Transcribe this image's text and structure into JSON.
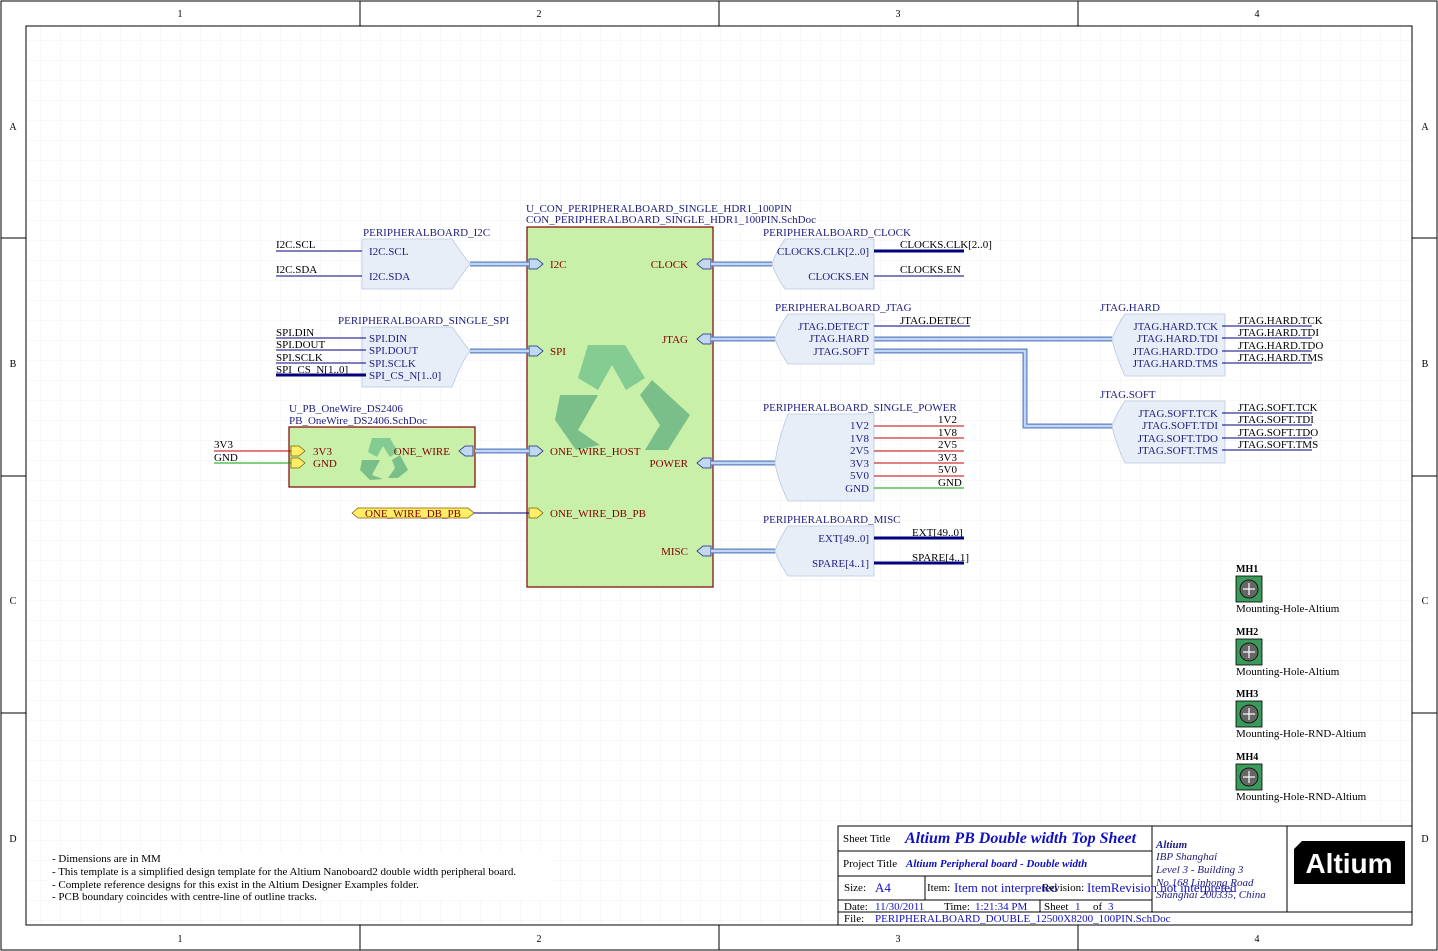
{
  "zones": {
    "columns": [
      "1",
      "2",
      "3",
      "4"
    ],
    "rows": [
      "A",
      "B",
      "C",
      "D"
    ]
  },
  "main_sheet": {
    "designator": "U_CON_PERIPHERALBOARD_SINGLE_HDR1_100PIN",
    "filename": "CON_PERIPHERALBOARD_SINGLE_HDR1_100PIN.SchDoc",
    "left_ports": [
      "I2C",
      "SPI",
      "ONE_WIRE_HOST",
      "ONE_WIRE_DB_PB"
    ],
    "right_ports": [
      "CLOCK",
      "JTAG",
      "POWER",
      "MISC"
    ]
  },
  "onewire_sheet": {
    "designator": "U_PB_OneWire_DS2406",
    "filename": "PB_OneWire_DS2406.SchDoc",
    "ports": [
      "3V3",
      "GND",
      "ONE_WIRE"
    ],
    "nets": [
      "3V3",
      "GND"
    ]
  },
  "offsheet_port": "ONE_WIRE_DB_PB",
  "harness_i2c": {
    "title": "PERIPHERALBOARD_I2C",
    "entries": [
      "I2C.SCL",
      "I2C.SDA"
    ],
    "nets": [
      "I2C.SCL",
      "I2C.SDA"
    ]
  },
  "harness_spi": {
    "title": "PERIPHERALBOARD_SINGLE_SPI",
    "entries": [
      "SPI.DIN",
      "SPI.DOUT",
      "SPI.SCLK",
      "SPI_CS_N[1..0]"
    ],
    "nets": [
      "SPI.DIN",
      "SPI.DOUT",
      "SPI.SCLK",
      "SPI_CS_N[1..0]"
    ]
  },
  "harness_clock": {
    "title": "PERIPHERALBOARD_CLOCK",
    "entries": [
      "CLOCKS.CLK[2..0]",
      "CLOCKS.EN"
    ],
    "nets": [
      "CLOCKS.CLK[2..0]",
      "CLOCKS.EN"
    ]
  },
  "harness_jtag": {
    "title": "PERIPHERALBOARD_JTAG",
    "entries": [
      "JTAG.DETECT",
      "JTAG.HARD",
      "JTAG.SOFT"
    ],
    "nets": [
      "JTAG.DETECT"
    ]
  },
  "harness_jtag_hard": {
    "title": "JTAG.HARD",
    "entries": [
      "JTAG.HARD.TCK",
      "JTAG.HARD.TDI",
      "JTAG.HARD.TDO",
      "JTAG.HARD.TMS"
    ],
    "nets": [
      "JTAG.HARD.TCK",
      "JTAG.HARD.TDI",
      "JTAG.HARD.TDO",
      "JTAG.HARD.TMS"
    ]
  },
  "harness_jtag_soft": {
    "title": "JTAG.SOFT",
    "entries": [
      "JTAG.SOFT.TCK",
      "JTAG.SOFT.TDI",
      "JTAG.SOFT.TDO",
      "JTAG.SOFT.TMS"
    ],
    "nets": [
      "JTAG.SOFT.TCK",
      "JTAG.SOFT.TDI",
      "JTAG.SOFT.TDO",
      "JTAG.SOFT.TMS"
    ]
  },
  "harness_power": {
    "title": "PERIPHERALBOARD_SINGLE_POWER",
    "entries": [
      "1V2",
      "1V8",
      "2V5",
      "3V3",
      "5V0",
      "GND"
    ],
    "nets": [
      "1V2",
      "1V8",
      "2V5",
      "3V3",
      "5V0",
      "GND"
    ]
  },
  "harness_misc": {
    "title": "PERIPHERALBOARD_MISC",
    "entries": [
      "EXT[49..0]",
      "SPARE[4..1]"
    ],
    "nets": [
      "EXT[49..0]",
      "SPARE[4..1]"
    ]
  },
  "mounting_holes": [
    {
      "designator": "MH1",
      "comment": "Mounting-Hole-Altium"
    },
    {
      "designator": "MH2",
      "comment": "Mounting-Hole-Altium"
    },
    {
      "designator": "MH3",
      "comment": "Mounting-Hole-RND-Altium"
    },
    {
      "designator": "MH4",
      "comment": "Mounting-Hole-RND-Altium"
    }
  ],
  "notes": [
    "- Dimensions are in MM",
    "- This template is a simplified design template for the Altium Nanoboard2 double width peripheral board.",
    "- Complete reference designs for this exist in the Altium Designer Examples folder.",
    "- PCB boundary coincides with centre-line of outline tracks."
  ],
  "title_block": {
    "sheet_title_label": "Sheet Title",
    "sheet_title": "Altium PB Double width Top Sheet",
    "project_title_label": "Project Title",
    "project_title": "Altium Peripheral board - Double width",
    "size_label": "Size:",
    "size": "A4",
    "item_label": "Item:",
    "item": "Item not interpreted",
    "revision_label": "Revision:",
    "revision": "ItemRevision not interpreted",
    "date_label": "Date:",
    "date": "11/30/2011",
    "time_label": "Time:",
    "time": "1:21:34 PM",
    "sheet_label": "Sheet",
    "sheet_no": "1",
    "of_label": "of",
    "sheet_total": "3",
    "file_label": "File:",
    "file": "PERIPHERALBOARD_DOUBLE_12500X8200_100PIN.SchDoc",
    "company": [
      "Altium",
      "IBP Shanghai",
      "Level 3 - Building 3",
      "No.168 Linhong Road",
      "Shanghai 200335, China"
    ],
    "logo": "Altium"
  },
  "colors": {
    "sheet_fill": "#c8f0a8",
    "sheet_stroke": "#800000",
    "harness_fill": "#e8eef8",
    "bus": "#000080",
    "power_wire": "#c00000",
    "gnd_wire": "#00a000",
    "port_fill": "#ffee66"
  }
}
